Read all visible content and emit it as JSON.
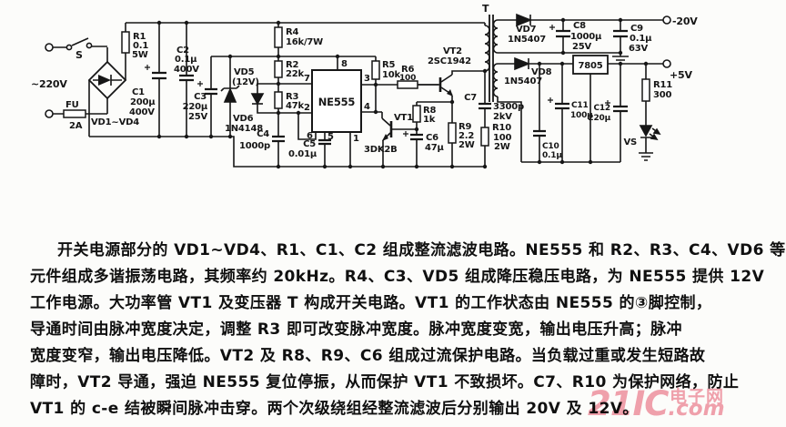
{
  "schematic": {
    "t": "T",
    "ac_input": "~220V",
    "switch": "S",
    "fuse": [
      "FU",
      "2A"
    ],
    "bridge": "VD1~VD4",
    "r1": [
      "R1",
      "0.1",
      "5W"
    ],
    "c1": [
      "C1",
      "200μ",
      "400V"
    ],
    "c2": [
      "C2",
      "0.1μ",
      "400V"
    ],
    "c3": [
      "C3",
      "220μ",
      "25V"
    ],
    "vd5": [
      "VD5",
      "(12V)"
    ],
    "vd6": [
      "VD6",
      "1N4148"
    ],
    "r2": [
      "R2",
      "22k"
    ],
    "r3": [
      "R3",
      "47k"
    ],
    "r4": [
      "R4",
      "16k/7W"
    ],
    "c4": [
      "C4",
      "1000p"
    ],
    "c5": [
      "C5",
      "0.01μ"
    ],
    "ic": "NE555",
    "pins": {
      "p1": "1",
      "p2": "2",
      "p3": "3",
      "p4": "4",
      "p5": "5",
      "p6": "6",
      "p7": "7",
      "p8": "8"
    },
    "r5": [
      "R5",
      "10k"
    ],
    "r6": [
      "R6",
      "100"
    ],
    "vt1": [
      "VT1",
      "3DK2B"
    ],
    "vt2": [
      "VT2",
      "2SC1942"
    ],
    "r8": [
      "R8",
      "1k"
    ],
    "c6": [
      "C6",
      "47μ"
    ],
    "r9": [
      "R9",
      "2.2",
      "2W"
    ],
    "c7": [
      "C7",
      "3300p",
      "2kV"
    ],
    "r10": [
      "R10",
      "100",
      "2W"
    ],
    "vd7": [
      "VD7",
      "1N5407"
    ],
    "vd8": [
      "VD8",
      "1N5407"
    ],
    "c8": [
      "C8",
      "1000μ",
      "25V"
    ],
    "c9": [
      "C9",
      "0.1μ",
      "63V"
    ],
    "regulator": "7805",
    "c10": [
      "C10",
      "0.1μ"
    ],
    "c11": [
      "C11",
      "100μ"
    ],
    "c12": [
      "C12",
      "220μ"
    ],
    "r11": [
      "R11",
      "300"
    ],
    "vs": "VS",
    "out_neg": "-20V",
    "out_pos": "+5V"
  },
  "description": {
    "lines": [
      "开关电源部分的 VD1~VD4、R1、C1、C2 组成整流滤波电路。NE555 和 R2、R3、C4、VD6 等",
      "元件组成多谐振荡电路，其频率约 20kHz。R4、C3、VD5 组成降压稳压电路，为 NE555 提供 12V",
      "工作电源。大功率管 VT1 及变压器 T 构成开关电路。VT1 的工作状态由 NE555 的③脚控制，",
      "导通时间由脉冲宽度决定，调整 R3 即可改变脉冲宽度。脉冲宽度变宽，输出电压升高；脉冲",
      "宽度变窄，输出电压降低。VT2 及 R8、R9、C6 组成过流保护电路。当负载过重或发生短路故",
      "障时，VT2 导通，强迫 NE555 复位停振，从而保护 VT1 不致损坏。C7、R10 为保护网络，防止",
      "VT1 的 c-e 结被瞬间脉冲击穿。两个次级绕组经整流滤波后分别输出 20V 及 12V。"
    ]
  },
  "watermark": {
    "brand": "21IC",
    "domain": ".com",
    "site": "电子网"
  }
}
